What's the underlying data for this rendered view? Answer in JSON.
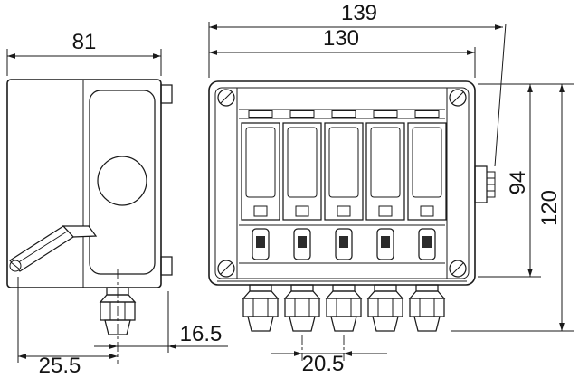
{
  "dims": {
    "overall_width": "139",
    "body_width": "130",
    "depth": "81",
    "body_height": "94",
    "overall_height": "120",
    "gland_to_edge": "16.5",
    "gland_offset": "25.5",
    "gland_spacing": "20.5"
  }
}
